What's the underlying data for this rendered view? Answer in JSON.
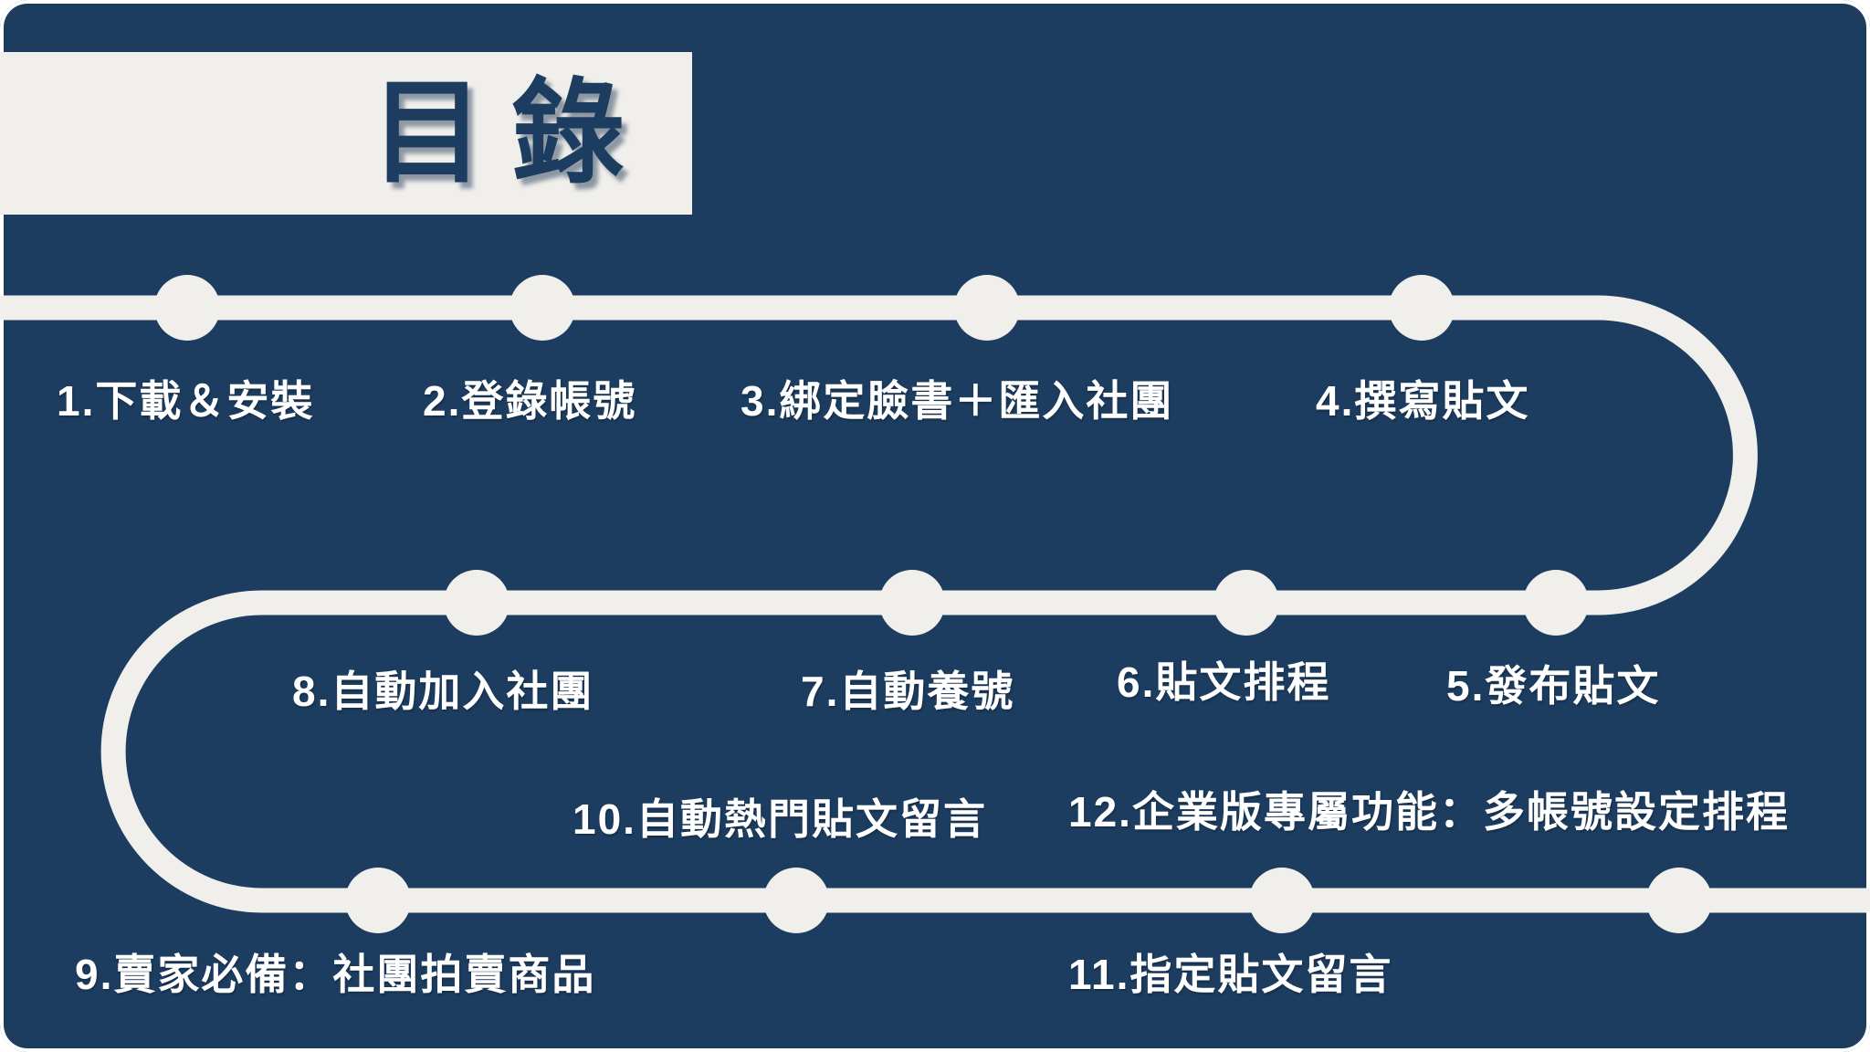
{
  "slide": {
    "title": "目錄",
    "colors": {
      "background": "#1c3d60",
      "path": "#f1efeb",
      "title_text": "#1c3d60",
      "item_text": "#ffffff"
    }
  },
  "items": [
    {
      "label": "1.下載＆安裝"
    },
    {
      "label": "2.登錄帳號"
    },
    {
      "label": "3.綁定臉書＋匯入社團"
    },
    {
      "label": "4.撰寫貼文"
    },
    {
      "label": "5.發布貼文"
    },
    {
      "label": "6.貼文排程"
    },
    {
      "label": "7.自動養號"
    },
    {
      "label": "8.自動加入社團"
    },
    {
      "label": "9.賣家必備：社團拍賣商品"
    },
    {
      "label": "10.自動熱門貼文留言"
    },
    {
      "label": "11.指定貼文留言"
    },
    {
      "label": "12.企業版專屬功能：多帳號設定排程"
    }
  ]
}
